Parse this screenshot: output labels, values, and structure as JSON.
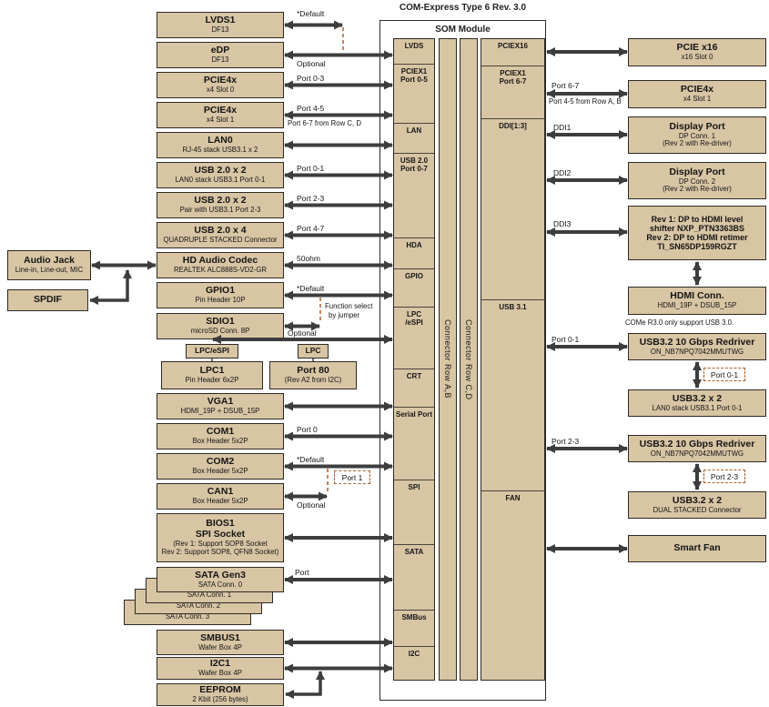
{
  "title": "COM-Express Type 6 Rev. 3.0",
  "som": {
    "name": "SOM Module",
    "row_ab": "Connector Row A,B",
    "row_cd": "Connector Row C,D",
    "left_ports": [
      [
        "LVDS"
      ],
      [
        "PCIEX1",
        "Port 0-5"
      ],
      [
        "LAN"
      ],
      [
        "USB 2.0",
        "Port 0-7"
      ],
      [
        "HDA"
      ],
      [
        "GPIO"
      ],
      [
        "LPC",
        "/eSPI"
      ],
      [
        "CRT"
      ],
      [
        "Serial Port"
      ],
      [
        "SPI"
      ],
      [
        "SATA"
      ],
      [
        "SMBus"
      ],
      [
        "I2C"
      ]
    ],
    "right_ports": [
      [
        "PCIEX16"
      ],
      [
        "PCIEX1",
        "Port 6-7"
      ],
      [
        "DDI[1:3]"
      ],
      [
        "USB 3.1"
      ],
      [
        "FAN"
      ]
    ]
  },
  "left": {
    "lvds1": [
      "LVDS1",
      "DF13"
    ],
    "edp": [
      "eDP",
      "DF13"
    ],
    "pcie4x_0": [
      "PCIE4x",
      "x4 Slot 0"
    ],
    "pcie4x_1": [
      "PCIE4x",
      "x4 Slot 1"
    ],
    "lan0": [
      "LAN0",
      "RJ-45 stack USB3.1 x 2"
    ],
    "usb2_01": [
      "USB 2.0 x 2",
      "LAN0 stack USB3.1 Port 0-1"
    ],
    "usb2_23": [
      "USB 2.0 x 2",
      "Pair with USB3.1 Port 2-3"
    ],
    "usb2_47": [
      "USB 2.0 x 4",
      "QUADRUPLE STACKED Connector"
    ],
    "hd_audio": [
      "HD Audio Codec",
      "REALTEK ALC888S-VD2-GR"
    ],
    "gpio1": [
      "GPIO1",
      "Pin Header 10P"
    ],
    "sdio1": [
      "SDIO1",
      "microSD Conn. 8P"
    ],
    "lpc_espi_tag": "LPC/eSPI",
    "lpc_tag": "LPC",
    "lpc1": [
      "LPC1",
      "Pin Header 6x2P"
    ],
    "port80": [
      "Port 80",
      "(Rev A2 from I2C)"
    ],
    "vga1": [
      "VGA1",
      "HDMI_19P + DSUB_15P"
    ],
    "com1": [
      "COM1",
      "Box Header 5x2P"
    ],
    "com2": [
      "COM2",
      "Box Header 5x2P"
    ],
    "can1": [
      "CAN1",
      "Box Header 5x2P"
    ],
    "bios1": [
      "BIOS1",
      "SPI Socket",
      "(Rev 1: Support SOP8 Socket",
      "Rev 2: Support SOP8, QFN8 Socket)"
    ],
    "sata": [
      "SATA Gen3",
      "SATA Conn. 0"
    ],
    "sata1": "SATA Conn. 1",
    "sata2": "SATA Conn. 2",
    "sata3": "SATA Conn. 3",
    "smbus1": [
      "SMBUS1",
      "Wafer Box 4P"
    ],
    "i2c1": [
      "I2C1",
      "Wafer Box 4P"
    ],
    "eeprom": [
      "EEPROM",
      "2 Kbit (256 bytes)"
    ],
    "audio_jack": [
      "Audio Jack",
      "Line-in, Line-out, MIC"
    ],
    "spdif": "SPDIF"
  },
  "right": {
    "pciex16": [
      "PCIE x16",
      "x16 Slot 0"
    ],
    "pcie4x": [
      "PCIE4x",
      "x4 Slot 1"
    ],
    "dp1": [
      "Display Port",
      "DP Conn. 1",
      "(Rev 2 with Re-driver)"
    ],
    "dp2": [
      "Display Port",
      "DP Conn. 2",
      "(Rev 2 with Re-driver)"
    ],
    "hdmi_bridge": [
      "Rev 1: DP to HDMI level",
      "shifter NXP_PTN3363BS",
      "Rev 2: DP to HDMI retimer",
      "TI_SN65DP159RGZT"
    ],
    "hdmi_conn": [
      "HDMI Conn.",
      "HDMI_19P + DSUB_15P"
    ],
    "redriver1": [
      "USB3.2 10 Gbps Redriver",
      "ON_NB7NPQ7042MMUTWG"
    ],
    "usb32_a": [
      "USB3.2 x 2",
      "LAN0 stack USB3.1 Port 0-1"
    ],
    "redriver2": [
      "USB3.2 10 Gbps Redriver",
      "ON_NB7NPQ7042MMUTWG"
    ],
    "usb32_b": [
      "USB3.2 x 2",
      "DUAL STACKED Connector"
    ],
    "smart_fan": "Smart Fan",
    "usb_note": "COMe R3.0 only support USB 3.0."
  },
  "ann": {
    "default_lvds": "*Default",
    "optional_edp": "Optional",
    "port_0_3": "Port 0-3",
    "port_4_5": "Port 4-5",
    "port_6_7_row": "Port 6-7 from Row C, D",
    "port_0_1": "Port 0-1",
    "port_2_3": "Port 2-3",
    "port_4_7": "Port 4-7",
    "ohm": "50ohm",
    "default_gpio": "*Default",
    "func_select": "Function select",
    "by_jumper": "by jumper",
    "optional_sdio": "Optional",
    "port_0": "Port 0",
    "default_com2": "*Default",
    "port_1": "Port 1",
    "optional_can": "Optional",
    "port_sata": "Port",
    "r_port_6_7": "Port 6-7",
    "r_port_4_5_row": "Port 4-5 from Row A, B",
    "ddi1": "DDI1",
    "ddi2": "DDI2",
    "ddi3": "DDI3",
    "r_port_0_1_a": "Port 0-1",
    "r_port_0_1_b": "Port 0-1",
    "r_port_2_3_a": "Port 2-3",
    "r_port_2_3_b": "Port 2-3"
  },
  "colors": {
    "box_fill": "#d8c5a4",
    "box_border": "#2e2a25",
    "arrow": "#3d3d3d",
    "dashed": "#a8622e",
    "background": "#ffffff"
  }
}
